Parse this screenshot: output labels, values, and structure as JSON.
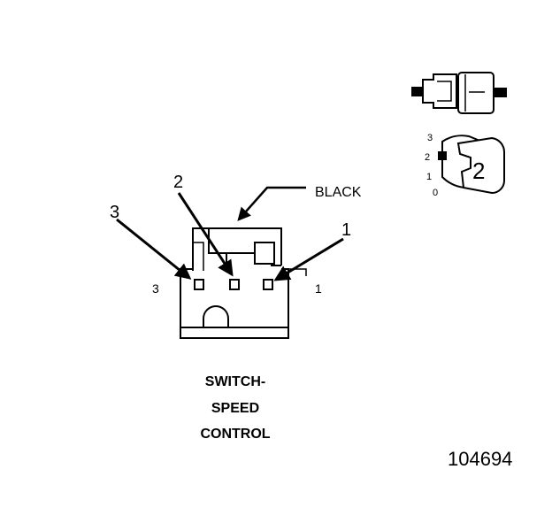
{
  "callouts": {
    "wire_color": "BLACK",
    "arrow_left": "3",
    "arrow_middle": "2",
    "arrow_right": "1",
    "cavity_left": "3",
    "cavity_right": "1"
  },
  "switch_detail": {
    "positions": [
      "3",
      "2",
      "1",
      "0"
    ],
    "knob_position": "2"
  },
  "caption": {
    "line1": "SWITCH-",
    "line2": "SPEED",
    "line3": "CONTROL"
  },
  "document_number": "104694"
}
